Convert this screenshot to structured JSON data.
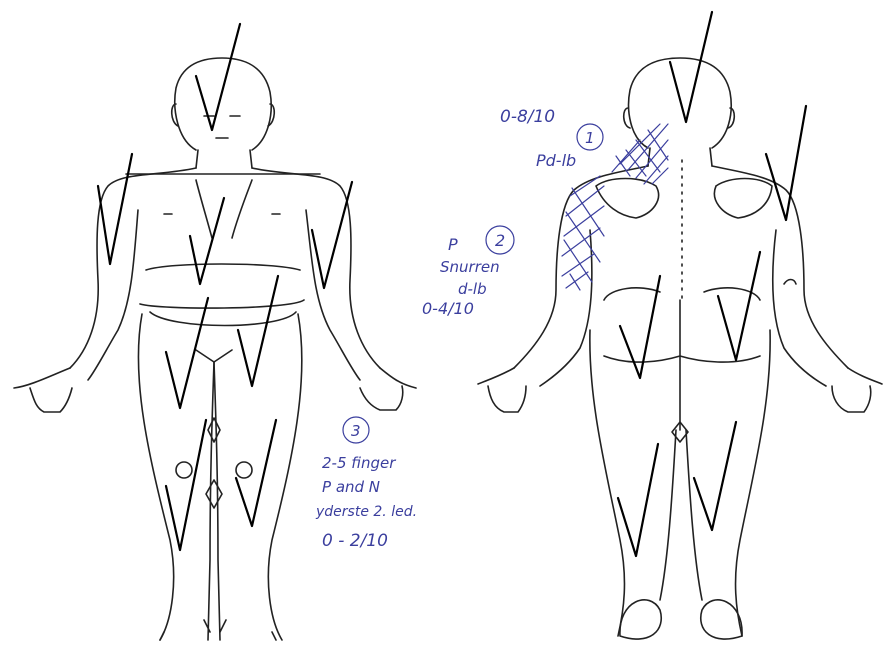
{
  "annotations": {
    "area1": {
      "number": "1",
      "text_lines": [
        "0-8/10",
        "Pd-lb"
      ]
    },
    "area2": {
      "number": "2",
      "text_lines": [
        "P",
        "Snurren",
        "d-lb",
        "0-4/10"
      ]
    },
    "area3": {
      "number": "3",
      "text_lines": [
        "2-5 finger",
        "P and N",
        "yderste 2. led.",
        "0 - 2/10"
      ]
    }
  },
  "colors": {
    "ink": "#3b3f9e",
    "outline": "#222222",
    "check": "#000000",
    "paper": "#ffffff"
  }
}
